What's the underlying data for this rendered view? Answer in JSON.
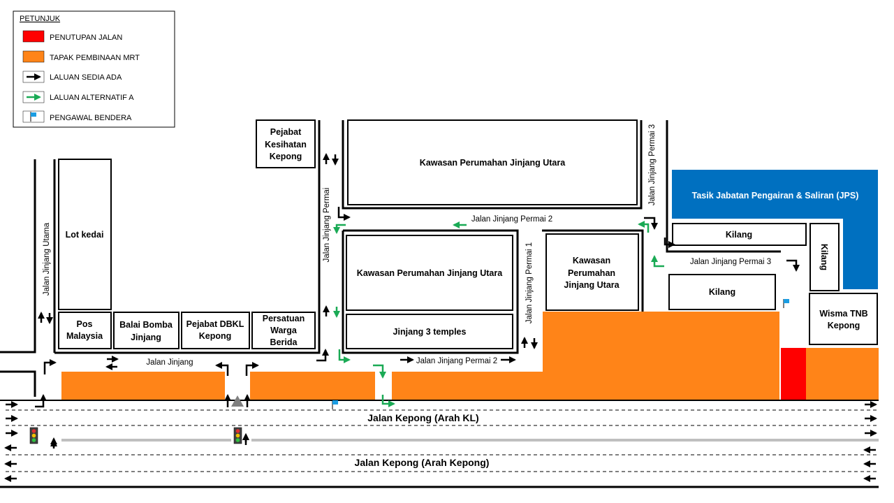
{
  "legend": {
    "title": "PETUNJUK",
    "items": [
      {
        "key": "road_closure",
        "label": "PENUTUPAN JALAN",
        "color": "#ff0000"
      },
      {
        "key": "mrt_site",
        "label": "TAPAK PEMBINAAN MRT",
        "color": "#ff8418"
      },
      {
        "key": "existing_route",
        "label": "LALUAN SEDIA ADA",
        "color": "#000000",
        "icon": "black-arrow-icon"
      },
      {
        "key": "alt_route",
        "label": "LALUAN ALTERNATIF A",
        "color": "#1aaa55",
        "icon": "green-arrow-icon"
      },
      {
        "key": "flagman",
        "label": "PENGAWAL BENDERA",
        "color": "#1b9de2",
        "icon": "flag-icon"
      }
    ]
  },
  "buildings": {
    "lot_kedai": "Lot kedai",
    "pos_malaysia": [
      "Pos",
      "Malaysia"
    ],
    "balai_bomba": [
      "Balai Bomba",
      "Jinjang"
    ],
    "pejabat_dbkl": [
      "Pejabat DBKL",
      "Kepong"
    ],
    "persatuan": [
      "Persatuan",
      "Warga",
      "Berida"
    ],
    "pejabat_kesihatan": [
      "Pejabat",
      "Kesihatan",
      "Kepong"
    ],
    "perumahan_top": "Kawasan Perumahan Jinjang Utara",
    "perumahan_mid": "Kawasan Perumahan Jinjang Utara",
    "temples": "Jinjang 3 temples",
    "perumahan_right": [
      "Kawasan",
      "Perumahan",
      "Jinjang Utara"
    ],
    "tasik_jps": "Tasik Jabatan Pengairan & Saliran (JPS)",
    "kilang_top": "Kilang",
    "kilang_vertical": "Kilang",
    "kilang_mid": "Kilang",
    "wisma_tnb": [
      "Wisma TNB",
      "Kepong"
    ]
  },
  "roads": {
    "jinjang_utama": "Jalan Jinjang Utama",
    "jinjang": "Jalan Jinjang",
    "jinjang_permai": "Jalan Jinjang Permai",
    "jinjang_permai_1": "Jalan Jinjang Permai 1",
    "jinjang_permai_2_top": "Jalan Jinjang Permai 2",
    "jinjang_permai_2_bottom": "Jalan Jinjang Permai 2",
    "jinjang_permai_3_vertical": "Jalan Jinjang Permai 3",
    "jinjang_permai_3_horizontal": "Jalan Jinjang Permai 3",
    "kepong_kl": "Jalan Kepong (Arah KL)",
    "kepong_kepong": "Jalan Kepong (Arah Kepong)"
  },
  "colors": {
    "closure": "#ff0000",
    "mrt": "#ff8418",
    "lake": "#0070c0",
    "alt_route": "#1aaa55",
    "flag": "#1b9de2",
    "divider": "#bfbfbf"
  }
}
